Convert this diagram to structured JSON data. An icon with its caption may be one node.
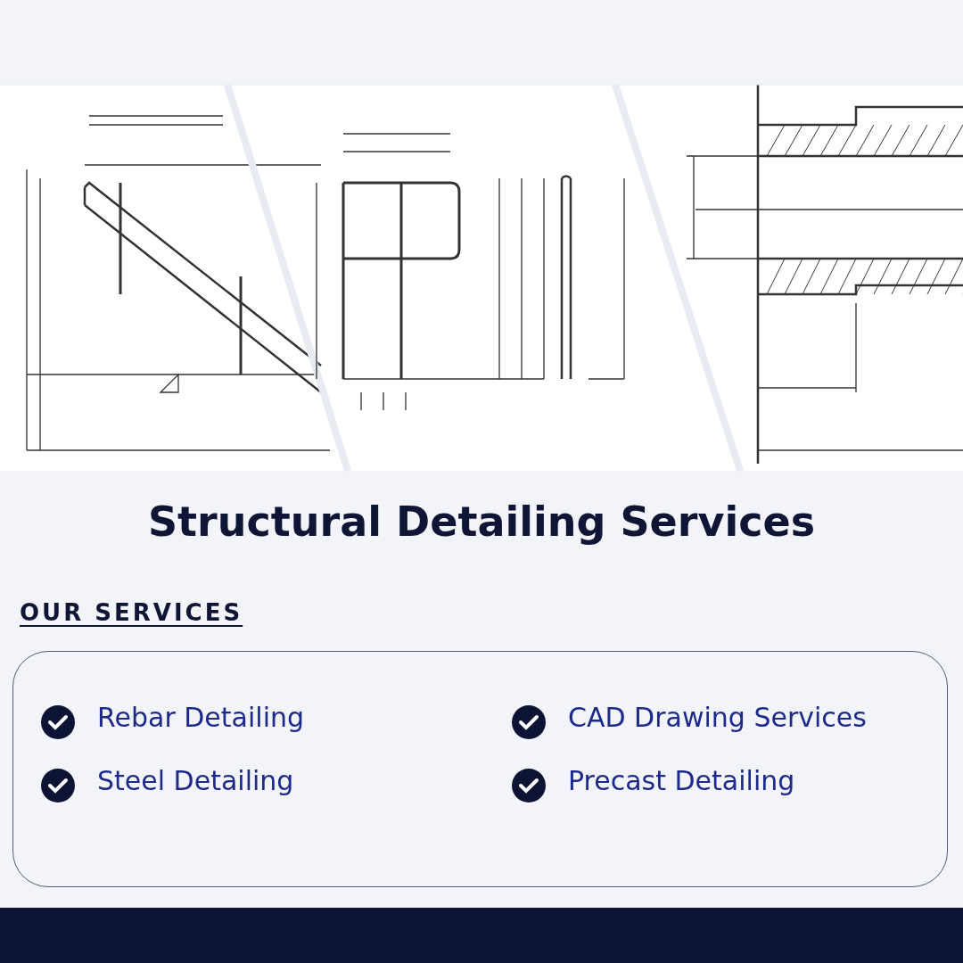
{
  "diagram": {
    "title": "Structural Detailing Services",
    "nodes": [
      {
        "text": [
          "Rebar Detailing",
          "CAD Drawing Services",
          "Steel Detailing",
          "Precast Detailing"
        ]
      }
    ],
    "labels": [
      "OUR SERVICES"
    ]
  }
}
